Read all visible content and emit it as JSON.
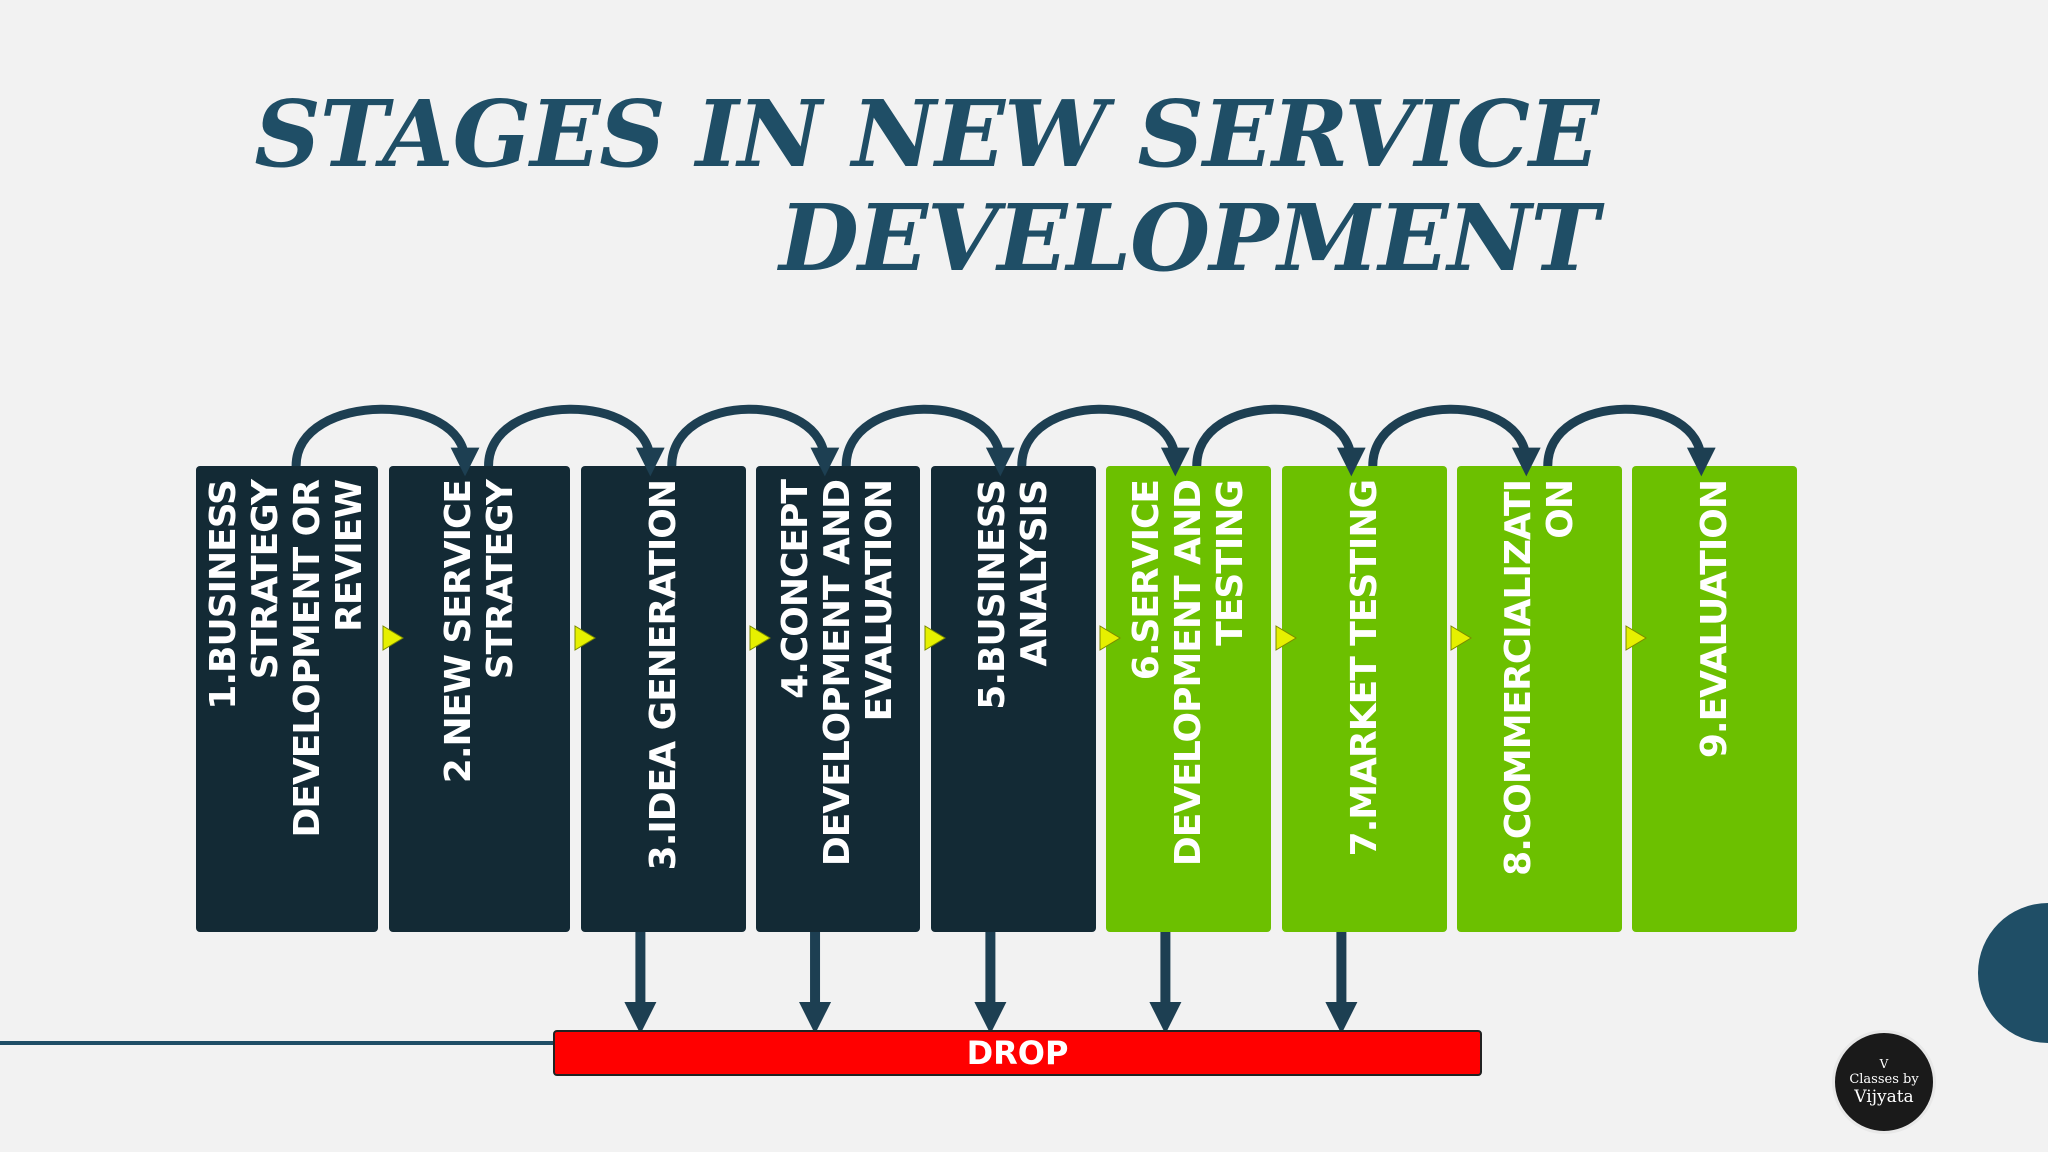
{
  "title": {
    "line1": "STAGES IN NEW SERVICE",
    "line2": "DEVELOPMENT"
  },
  "stages": [
    {
      "lines": [
        "1.BUSINESS",
        "STRATEGY",
        "DEVELOPMENT OR",
        "REVIEW"
      ],
      "color": "dark"
    },
    {
      "lines": [
        "2.NEW SERVICE",
        "STRATEGY"
      ],
      "color": "dark"
    },
    {
      "lines": [
        "3.IDEA GENERATION"
      ],
      "color": "dark"
    },
    {
      "lines": [
        "4.CONCEPT",
        "DEVELOPMENT AND",
        "EVALUATION"
      ],
      "color": "dark"
    },
    {
      "lines": [
        "5.BUSINESS",
        "ANALYSIS"
      ],
      "color": "dark"
    },
    {
      "lines": [
        "6.SERVICE",
        "DEVELOPMENT AND",
        "TESTING"
      ],
      "color": "green"
    },
    {
      "lines": [
        "7.MARKET TESTING"
      ],
      "color": "green"
    },
    {
      "lines": [
        "8.COMMERCIALIZATI",
        "ON"
      ],
      "color": "green"
    },
    {
      "lines": [
        "9.EVALUATION"
      ],
      "color": "green"
    }
  ],
  "drop_label": "DROP",
  "drop_from_stages": [
    3,
    4,
    5,
    6,
    7
  ],
  "logo": {
    "initial": "V",
    "line1": "Classes by",
    "line2": "Vijyata"
  },
  "colors": {
    "title": "#1f4e66",
    "dark_box": "#132a35",
    "green_box": "#6cc000",
    "arrow": "#1d3f52",
    "marker": "#e6f000",
    "drop": "#ff0000"
  }
}
